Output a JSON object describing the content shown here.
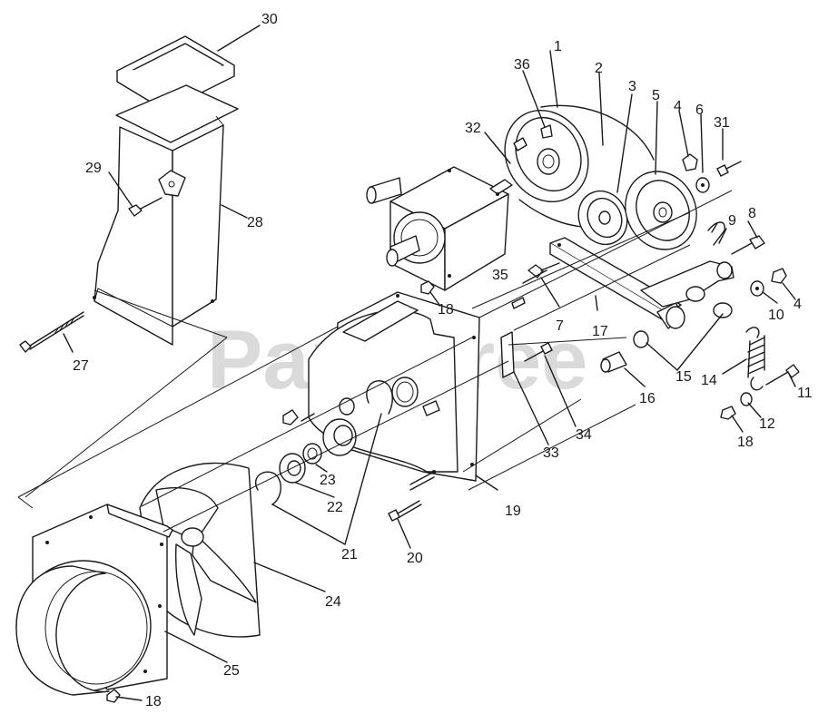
{
  "watermark": "PartsTree",
  "callouts": [
    {
      "id": "c1",
      "text": "1"
    },
    {
      "id": "c2",
      "text": "2"
    },
    {
      "id": "c3",
      "text": "3"
    },
    {
      "id": "c4a",
      "text": "4"
    },
    {
      "id": "c4b",
      "text": "4"
    },
    {
      "id": "c5",
      "text": "5"
    },
    {
      "id": "c6",
      "text": "6"
    },
    {
      "id": "c7",
      "text": "7"
    },
    {
      "id": "c8",
      "text": "8"
    },
    {
      "id": "c9",
      "text": "9"
    },
    {
      "id": "c10",
      "text": "10"
    },
    {
      "id": "c11",
      "text": "11"
    },
    {
      "id": "c12",
      "text": "12"
    },
    {
      "id": "c14",
      "text": "14"
    },
    {
      "id": "c15",
      "text": "15"
    },
    {
      "id": "c16",
      "text": "16"
    },
    {
      "id": "c17",
      "text": "17"
    },
    {
      "id": "c18a",
      "text": "18"
    },
    {
      "id": "c18b",
      "text": "18"
    },
    {
      "id": "c18c",
      "text": "18"
    },
    {
      "id": "c19",
      "text": "19"
    },
    {
      "id": "c20",
      "text": "20"
    },
    {
      "id": "c21",
      "text": "21"
    },
    {
      "id": "c22",
      "text": "22"
    },
    {
      "id": "c23",
      "text": "23"
    },
    {
      "id": "c24",
      "text": "24"
    },
    {
      "id": "c25",
      "text": "25"
    },
    {
      "id": "c27",
      "text": "27"
    },
    {
      "id": "c28",
      "text": "28"
    },
    {
      "id": "c29",
      "text": "29"
    },
    {
      "id": "c30",
      "text": "30"
    },
    {
      "id": "c31",
      "text": "31"
    },
    {
      "id": "c32",
      "text": "32"
    },
    {
      "id": "c33",
      "text": "33"
    },
    {
      "id": "c34",
      "text": "34"
    },
    {
      "id": "c35",
      "text": "35"
    },
    {
      "id": "c36",
      "text": "36"
    }
  ]
}
